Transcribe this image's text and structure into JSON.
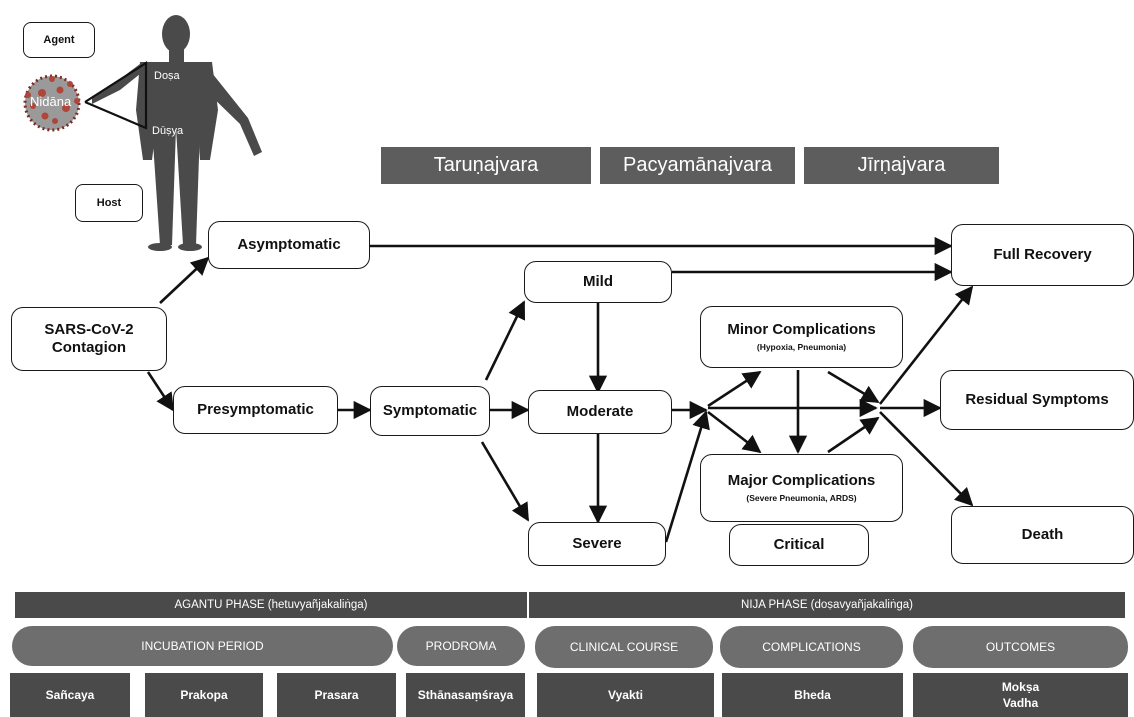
{
  "illustration": {
    "agent_label": "Agent",
    "host_label": "Host",
    "nidana_label": "Nidāna",
    "dosa_label": "Doṣa",
    "dusya_label": "Dūṣya"
  },
  "phases": {
    "taruna": "Taruṇajvara",
    "pacyamana": "Pacyamānajvara",
    "jirna": "Jīrṇajvara"
  },
  "nodes": {
    "sars": "SARS-CoV-2 Contagion",
    "asymptomatic": "Asymptomatic",
    "presymptomatic": "Presymptomatic",
    "symptomatic": "Symptomatic",
    "mild": "Mild",
    "moderate": "Moderate",
    "severe": "Severe",
    "minor_title": "Minor Complications",
    "minor_sub": "(Hypoxia, Pneumonia)",
    "major_title": "Major Complications",
    "major_sub": "(Severe Pneumonia, ARDS)",
    "critical": "Critical",
    "full_recovery": "Full Recovery",
    "residual": "Residual Symptoms",
    "death": "Death"
  },
  "footer": {
    "agantu": "AGANTU PHASE (hetuvyañjakaliṅga)",
    "nija": "NIJA PHASE (doṣavyañjakaliṅga)",
    "pills": {
      "incubation": "INCUBATION PERIOD",
      "prodroma": "PRODROMA",
      "clinical": "CLINICAL COURSE",
      "complications": "COMPLICATIONS",
      "outcomes": "OUTCOMES"
    },
    "cells": {
      "sancaya": "Sañcaya",
      "prakopa": "Prakopa",
      "prasara": "Prasara",
      "sthana": "Sthānasaṃśraya",
      "vyakti": "Vyakti",
      "bheda": "Bheda",
      "moksa": "Mokṣa",
      "vadha": "Vadha"
    }
  }
}
